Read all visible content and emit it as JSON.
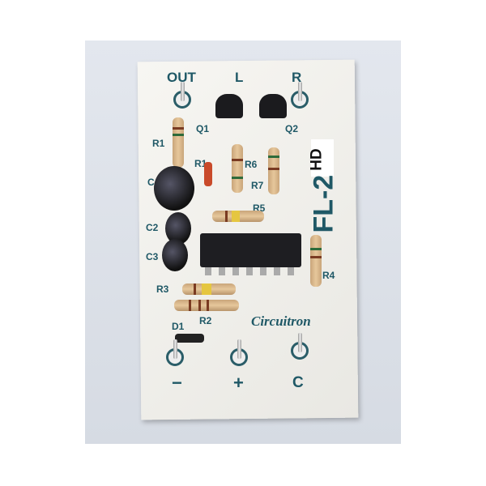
{
  "board": {
    "model": "FL-2",
    "variant": "HD",
    "brand": "Circuitron",
    "top_terminals": [
      "OUT",
      "L",
      "R"
    ],
    "bottom_terminals": [
      "−",
      "+",
      "C"
    ],
    "labels": {
      "q1": "Q1",
      "q2": "Q2",
      "r1": "R1",
      "cr1": "R1",
      "r6": "R6",
      "r7": "R7",
      "c1": "C",
      "c2": "C2",
      "c3": "C3",
      "r5": "R5",
      "r4": "R4",
      "r3": "R3",
      "r2": "R2",
      "d1": "D1"
    }
  },
  "colors": {
    "silkscreen": "#1f5866",
    "board": "#f2f1ec",
    "background": "#dde1e8"
  }
}
